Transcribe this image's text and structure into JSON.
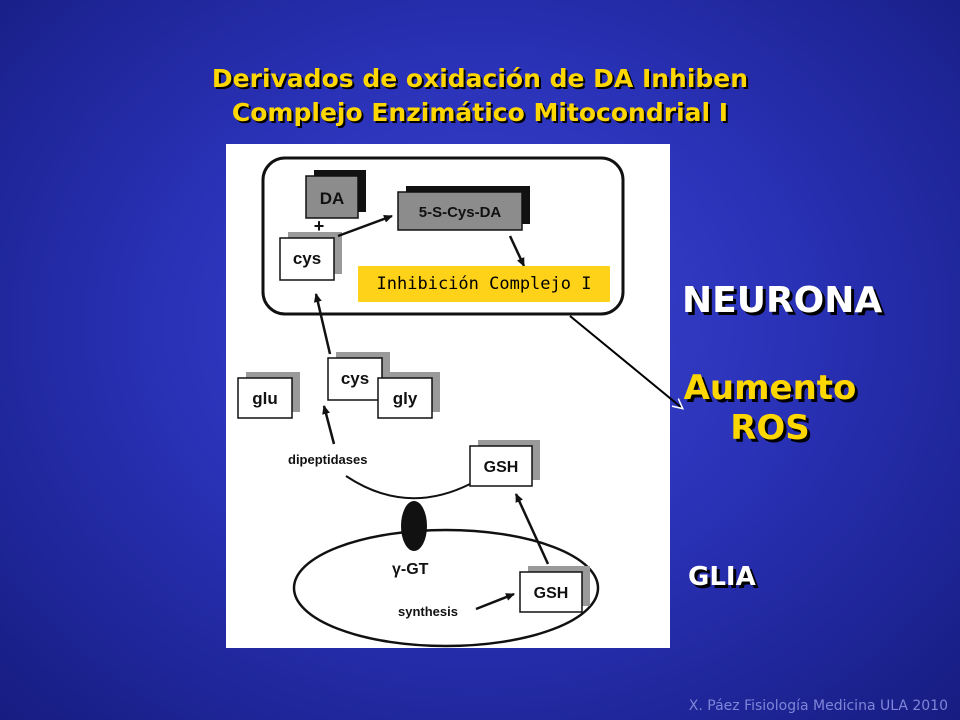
{
  "title": {
    "line1": "Derivados de oxidación de DA Inhiben",
    "line2": "Complejo Enzimático Mitocondrial I"
  },
  "diagram": {
    "boxes": {
      "da": "DA",
      "cys_da": "5-S-Cys-DA",
      "cys_top": "cys",
      "cys_mid": "cys",
      "glu": "glu",
      "gly": "gly",
      "gsh_upper": "GSH",
      "gsh_lower": "GSH"
    },
    "plus": "+",
    "dipeptidases": "dipeptidases",
    "ggt": "γ-GT",
    "synthesis": "synthesis",
    "inhibition_label": "Inhibición Complejo I"
  },
  "labels": {
    "neurona": "NEURONA",
    "aumento_line1": "Aumento",
    "aumento_line2": "ROS",
    "glia": "GLIA"
  },
  "footer": "X. Páez Fisiología Medicina ULA 2010",
  "colors": {
    "background": "#2a32b8",
    "title": "#ffd700",
    "inhibition_fill": "#ffd21a"
  }
}
